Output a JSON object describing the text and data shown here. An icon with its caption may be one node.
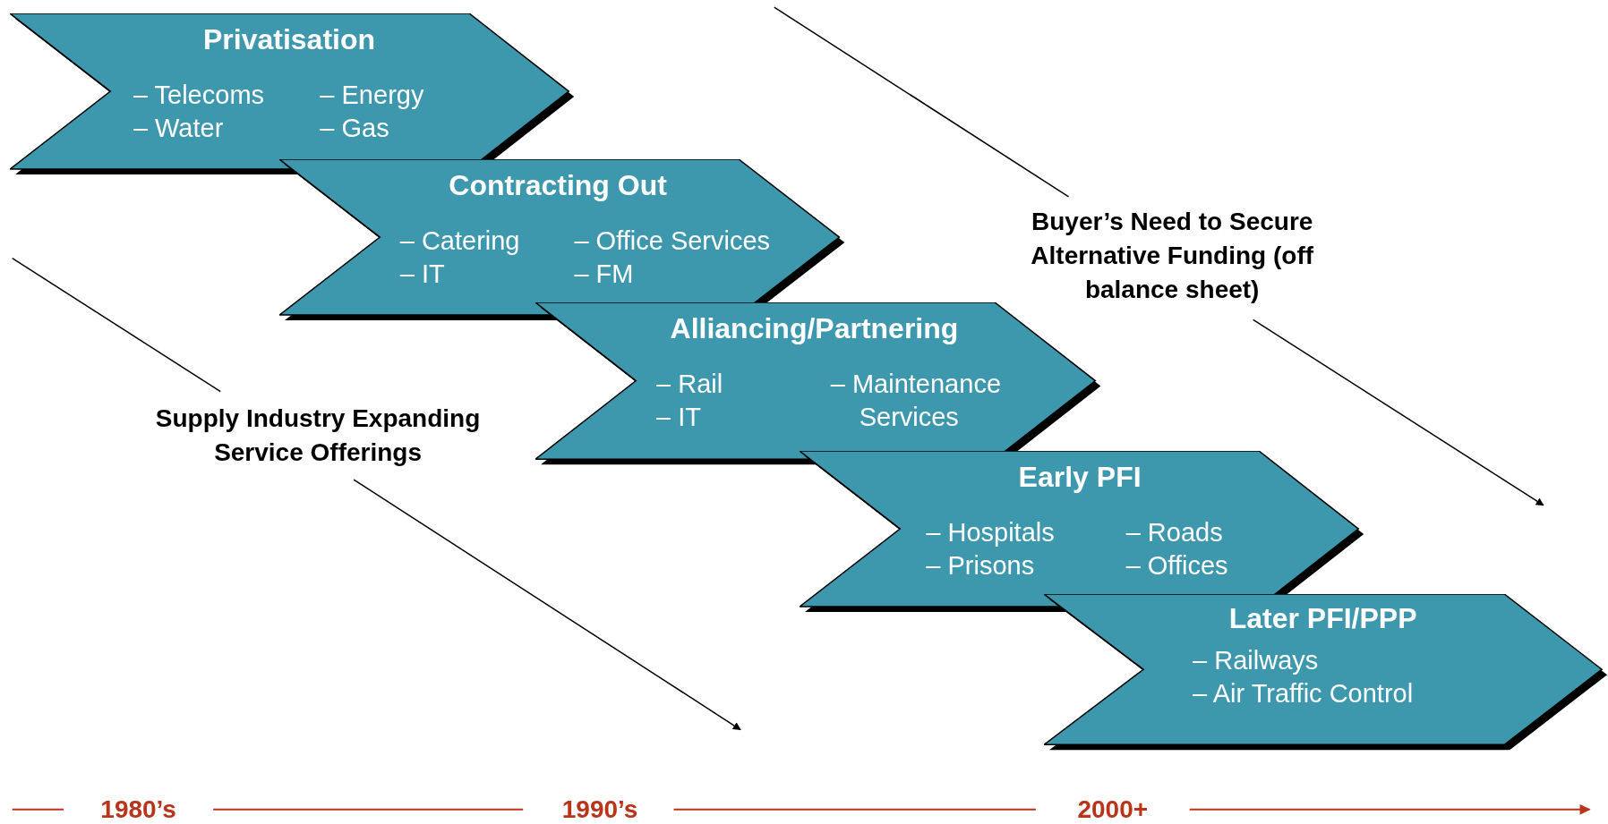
{
  "diagram": {
    "nodes": [
      {
        "text": [
          "Privatisation",
          "– Telecoms",
          "– Energy",
          "– Water",
          "– Gas"
        ]
      },
      {
        "text": [
          "Contracting Out",
          "– Catering",
          "– Office Services",
          "– IT",
          "– FM"
        ]
      },
      {
        "text": [
          "Alliancing/Partnering",
          "– Rail",
          "– Maintenance Services",
          "– IT"
        ]
      },
      {
        "text": [
          "Early PFI",
          "– Hospitals",
          "– Roads",
          "– Prisons",
          "– Offices"
        ]
      },
      {
        "text": [
          "Later PFI/PPP",
          "– Railways",
          "– Air Traffic Control"
        ]
      }
    ],
    "labels": [
      "Buyer’s Need to Secure Alternative Funding (off balance sheet)",
      "Supply Industry Expanding Service Offerings",
      "1980’s",
      "1990’s",
      "2000+"
    ]
  }
}
